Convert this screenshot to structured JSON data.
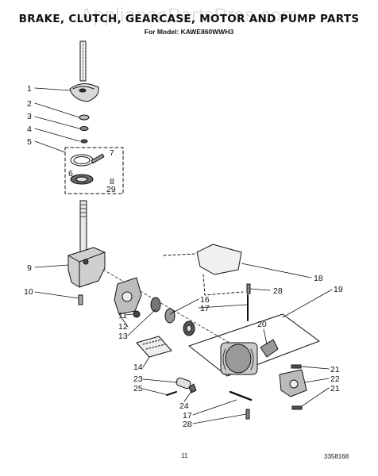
{
  "title": "BRAKE, CLUTCH, GEARCASE, MOTOR AND PUMP PARTS",
  "model": "For Model: KAWE860WWH3",
  "watermark": "AppliancePartsPros.com",
  "page_number": "11",
  "doc_code": "3358168",
  "callouts": [
    "1",
    "2",
    "3",
    "4",
    "5",
    "6",
    "7",
    "8",
    "29",
    "9",
    "10",
    "11",
    "12",
    "13",
    "16",
    "17",
    "18",
    "28",
    "19",
    "20",
    "14",
    "23",
    "25",
    "24",
    "17",
    "28",
    "21",
    "22",
    "21"
  ]
}
